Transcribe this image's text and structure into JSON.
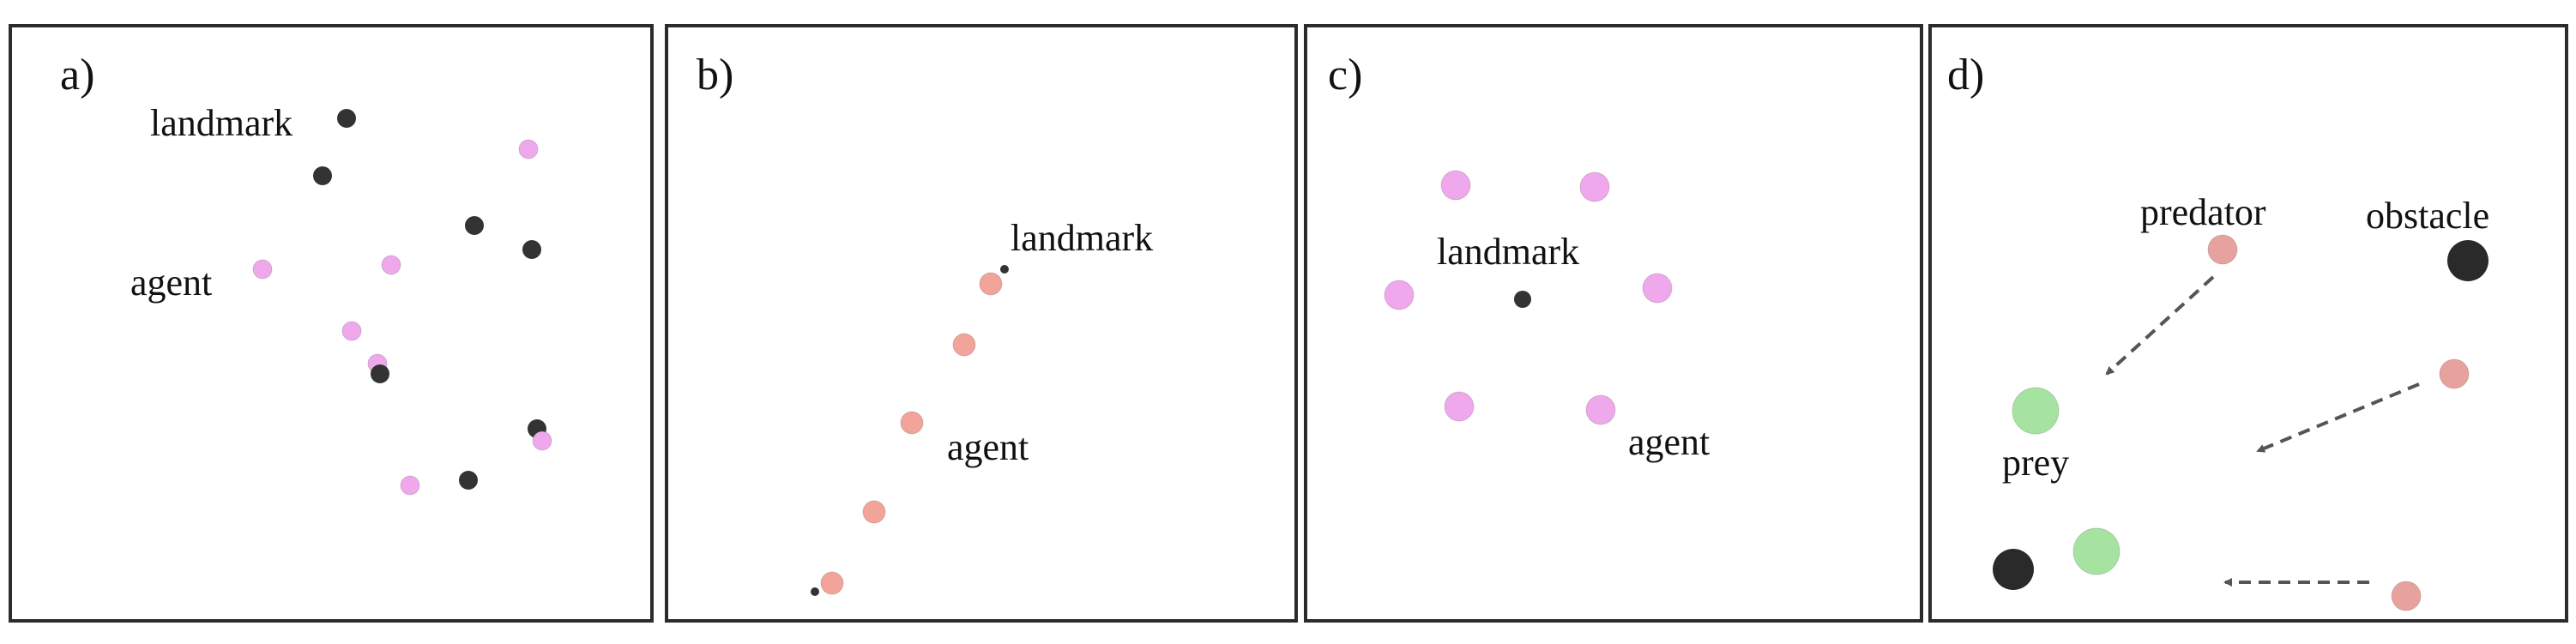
{
  "colors": {
    "landmark": "#333333",
    "agent_pink": "#f0a8ec",
    "agent_salmon": "#f2a39a",
    "predator": "#e8a29d",
    "prey": "#a6e3a0",
    "obstacle": "#2a2a2a",
    "arrow": "#555555"
  },
  "panels": [
    {
      "id": "a",
      "label": "a)",
      "texts": {
        "landmark": "landmark",
        "agent": "agent"
      }
    },
    {
      "id": "b",
      "label": "b)",
      "texts": {
        "landmark": "landmark",
        "agent": "agent"
      }
    },
    {
      "id": "c",
      "label": "c)",
      "texts": {
        "landmark": "landmark",
        "agent": "agent"
      }
    },
    {
      "id": "d",
      "label": "d)",
      "texts": {
        "predator": "predator",
        "obstacle": "obstacle",
        "prey": "prey"
      }
    }
  ]
}
